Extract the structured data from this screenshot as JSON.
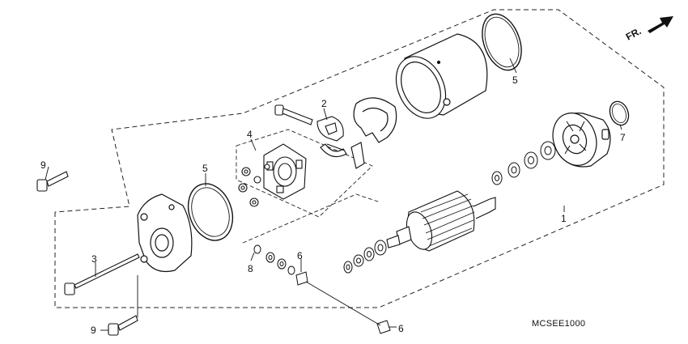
{
  "direction": {
    "label": "FR."
  },
  "diagram_code": "MCSEE1000",
  "callouts": {
    "c1": "1",
    "c2": "2",
    "c3": "3",
    "c4": "4",
    "c5a": "5",
    "c5b": "5",
    "c6a": "6",
    "c6b": "6",
    "c7": "7",
    "c8": "8",
    "c9a": "9",
    "c9b": "9"
  }
}
